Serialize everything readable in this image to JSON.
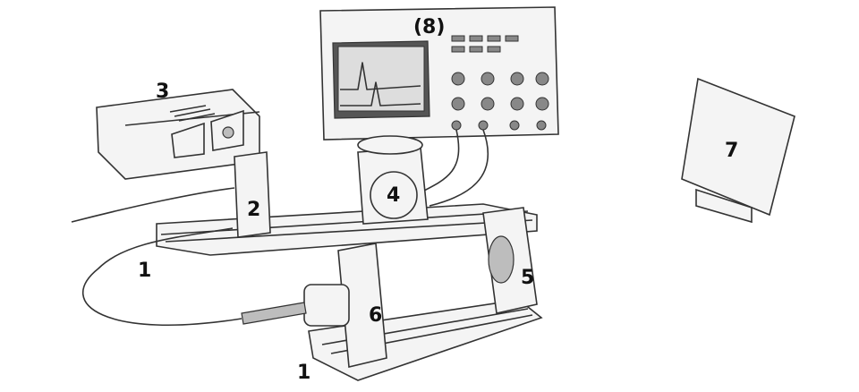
{
  "labels": {
    "oscilloscope": "(8)",
    "power_supply": "3",
    "laser_mount": "2",
    "rotation_stage": "4",
    "screen": "7",
    "rail_upper": "1",
    "holder_right": "5",
    "detector_mount": "6",
    "rail_lower": "1"
  }
}
